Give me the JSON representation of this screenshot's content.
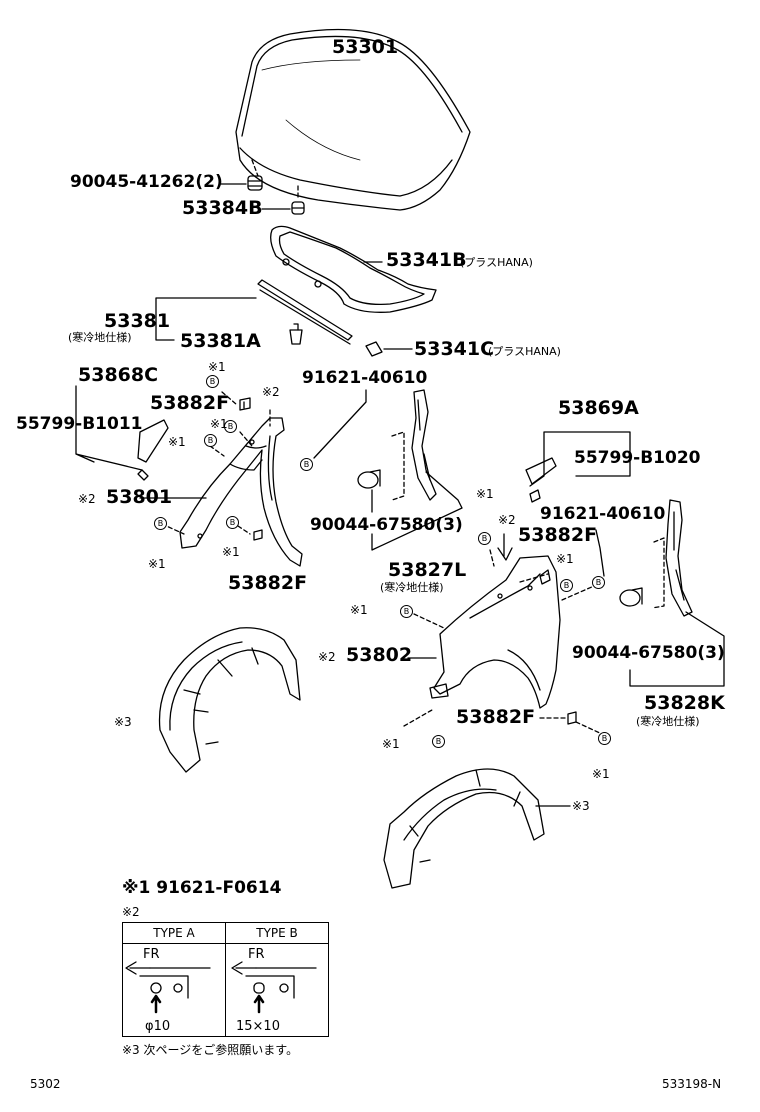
{
  "parts": {
    "hood": "53301",
    "hood_stopper": "90045-41262(2)",
    "cushion": "53384B",
    "seal_upper": "53341B",
    "seal_upper_note": "(プラスHANA)",
    "seal_group": "53381",
    "seal_group_note": "(寒冷地仕様)",
    "seal_a": "53381A",
    "seal_c": "53341C",
    "seal_c_note": "(プラスHANA)",
    "cover_lh": "53868C",
    "fender_lh_bracket": "53882F",
    "clip_lh": "55799-B1011",
    "clip_upper_lh": "91621-40610",
    "fender_lh": "53801",
    "fender_lh_mark": "※2",
    "bracket_lower_lh": "53882F",
    "seal_rh_mid": "53827L",
    "seal_rh_mid_note": "(寒冷地仕様)",
    "grommet_lh": "90044-67580(3)",
    "cover_rh": "53869A",
    "clip_rh": "55799-B1020",
    "clip_upper_rh": "91621-40610",
    "bracket_rh": "53882F",
    "fender_rh": "53802",
    "fender_rh_mark": "※2",
    "grommet_rh": "90044-67580(3)",
    "seal_rh": "53828K",
    "seal_rh_note": "(寒冷地仕様)",
    "bracket_lower_rh": "53882F"
  },
  "marks": {
    "m1": "※1",
    "m2": "※2",
    "m3": "※3",
    "b": "B"
  },
  "notes": {
    "note1": "※1  91621-F0614",
    "note2": "※2",
    "note3": "※3  次ページをご参照願います。"
  },
  "legend": {
    "type_a": "TYPE  A",
    "type_b": "TYPE  B",
    "fr": "FR",
    "size_a": "φ10",
    "size_b": "15×10"
  },
  "footer": {
    "page_code": "5302",
    "figure_code": "533198-N"
  }
}
